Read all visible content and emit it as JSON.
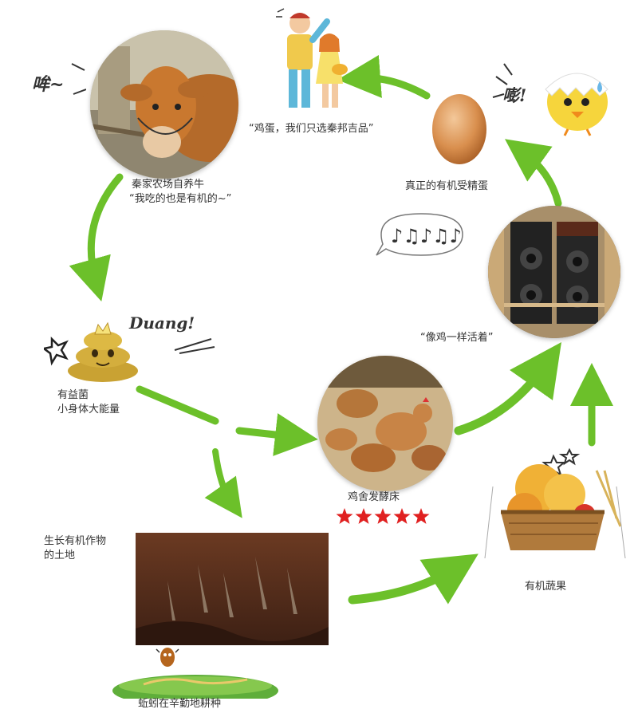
{
  "nodes": {
    "cow": {
      "sound": "哞~",
      "caption_line1": "秦家农场自养牛",
      "caption_line2": "“我吃的也是有机的~”"
    },
    "couple": {
      "caption": "“鸡蛋，我们只选秦邦吉品”"
    },
    "egg": {
      "caption": "真正的有机受精蛋",
      "sound": "嘭!"
    },
    "speakers": {
      "caption": "“像鸡一样活着”"
    },
    "poop": {
      "sound": "Duang!",
      "caption_line1": "有益菌",
      "caption_line2": "小身体大能量"
    },
    "chicken": {
      "caption": "鸡舍发酵床",
      "rating": 5
    },
    "soil": {
      "caption_line1": "生长有机作物",
      "caption_line2": "的土地"
    },
    "worm": {
      "caption": "蚯蚓在辛勤地耕种"
    },
    "basket": {
      "caption": "有机蔬果"
    }
  },
  "colors": {
    "arrow": "#6cc02a",
    "star": "#e02020",
    "poop": "#c9a233"
  }
}
